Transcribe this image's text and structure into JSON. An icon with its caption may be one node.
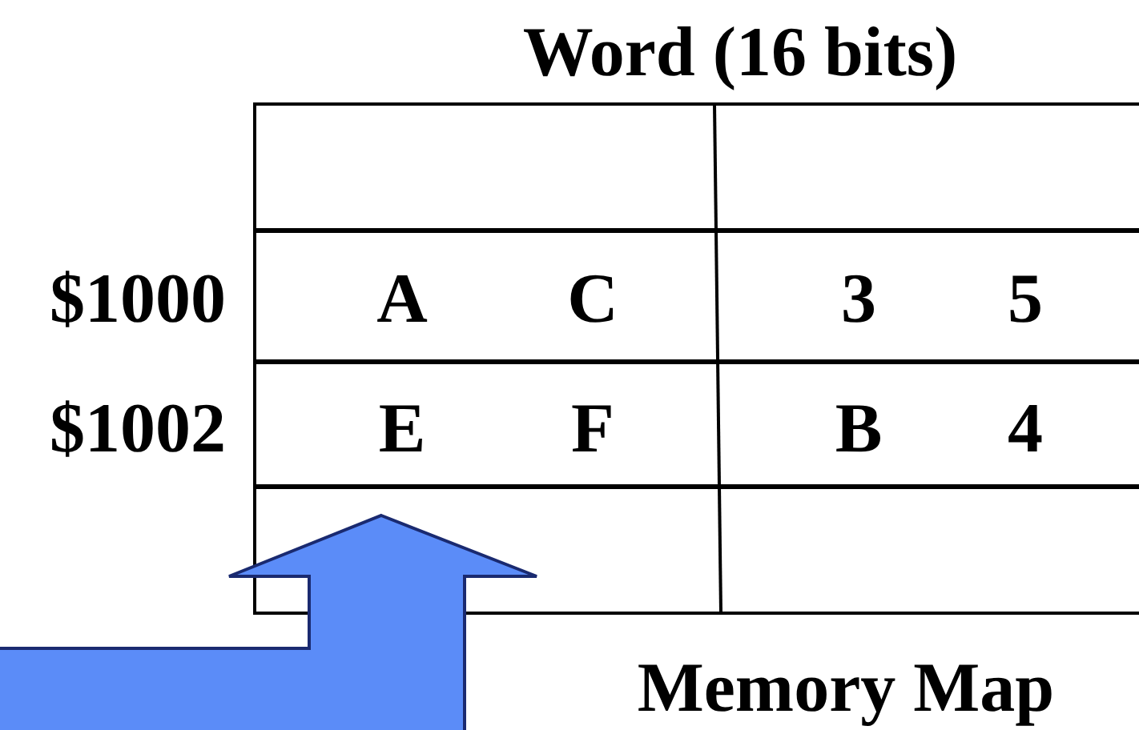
{
  "diagram": {
    "title": "Word (16 bits)",
    "caption": "Memory Map",
    "labels": [
      "$1000",
      "A",
      "C",
      "3",
      "5",
      "$1002",
      "E",
      "F",
      "B",
      "4"
    ]
  }
}
